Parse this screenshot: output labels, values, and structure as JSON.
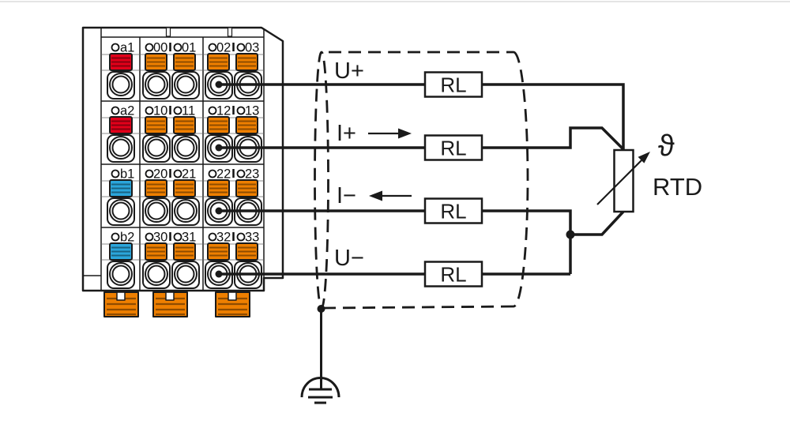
{
  "module": {
    "row_labels": [
      "a1",
      "a2",
      "b1",
      "b2"
    ],
    "terminal_numbers": [
      [
        "00",
        "01",
        "02",
        "03"
      ],
      [
        "10",
        "11",
        "12",
        "13"
      ],
      [
        "20",
        "21",
        "22",
        "23"
      ],
      [
        "30",
        "31",
        "32",
        "33"
      ]
    ],
    "colors": {
      "red": "#e2001a",
      "blue": "#2ba6db",
      "orange": "#ee7f00"
    }
  },
  "wires": {
    "u_plus": "U+",
    "i_plus": "I+",
    "i_minus": "I−",
    "u_minus": "U−"
  },
  "resistor_label": "RL",
  "sensor": {
    "theta_symbol": "ϑ",
    "name": "RTD"
  }
}
